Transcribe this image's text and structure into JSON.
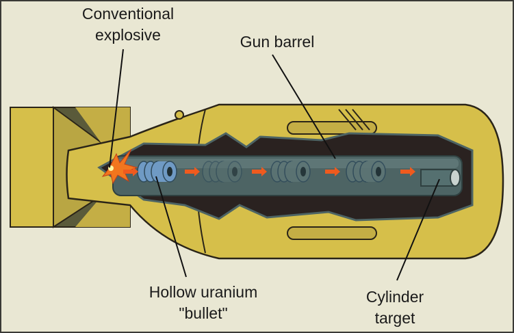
{
  "labels": {
    "explosive": [
      "Conventional",
      "explosive"
    ],
    "gun_barrel": "Gun barrel",
    "bullet": [
      "Hollow uranium",
      "\"bullet\""
    ],
    "target": [
      "Cylinder",
      "target"
    ]
  },
  "colors": {
    "background": "#e9e7d3",
    "casing": "#d6bf4a",
    "casing_shadow": "#a99a3a",
    "cavity": "#2a2220",
    "barrel": "#4d6464",
    "arrow": "#ef5a1e",
    "bullet": "#6f9ac4"
  }
}
